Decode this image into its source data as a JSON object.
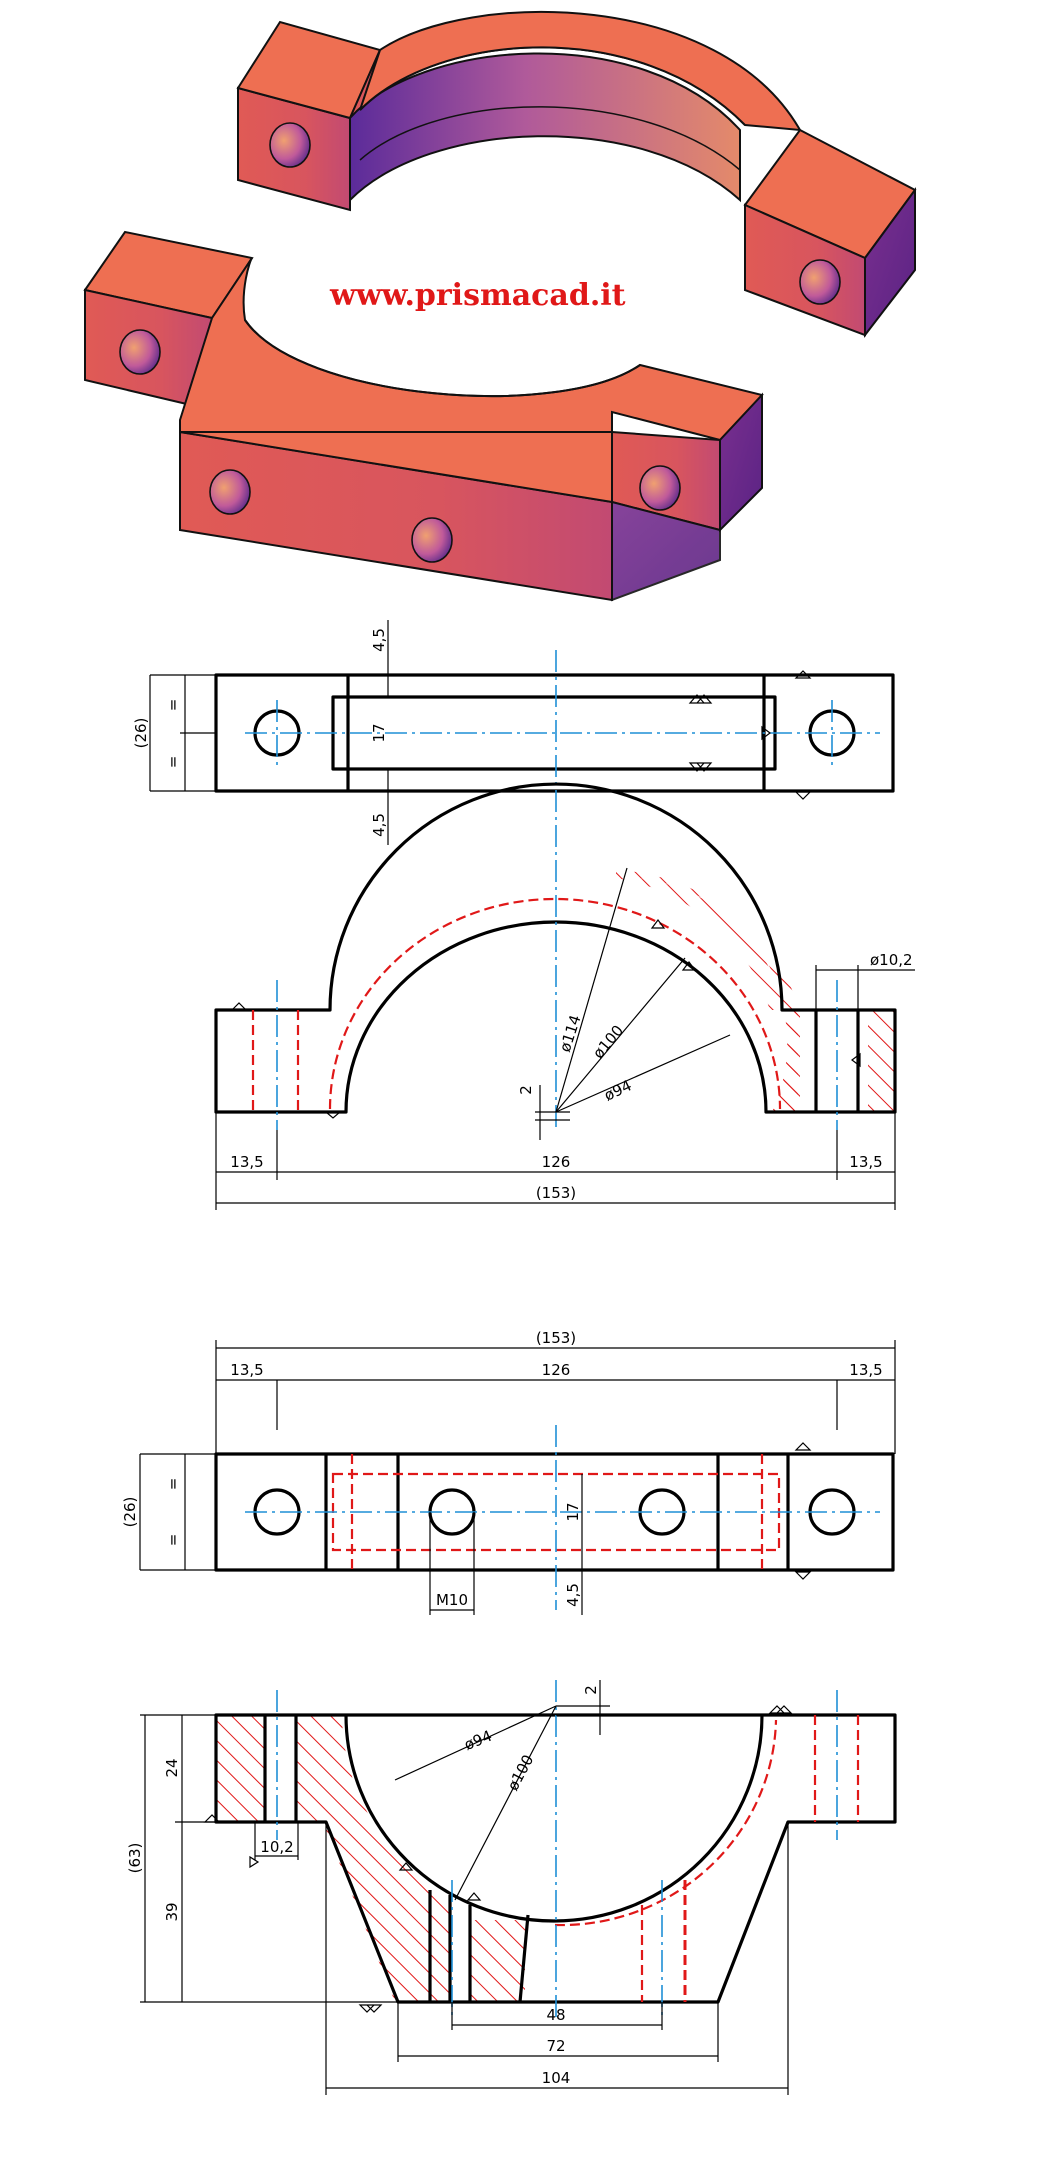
{
  "brand": {
    "website": "www.prismacad.it"
  },
  "colors": {
    "object_line": "#000000",
    "center_line": "#1f8fd6",
    "hidden_line": "#e01818",
    "hatch": "#e01818",
    "solid_top": "#ee6f52",
    "solid_side": "#6a2a8a",
    "brand_text": "#e01818"
  },
  "top_view_1": {
    "dim_total_height": "(26)",
    "dim_equal_upper": "=",
    "dim_equal_lower": "=",
    "dim_step_top": "4,5",
    "dim_step_bottom": "4,5",
    "dim_channel": "17"
  },
  "front_view_1": {
    "dim_d114": "ø114",
    "dim_d100": "ø100",
    "dim_d94": "ø94",
    "dim_hole": "ø10,2",
    "dim_offset": "2",
    "dim_left": "13,5",
    "dim_centers": "126",
    "dim_right": "13,5",
    "dim_overall": "(153)"
  },
  "top_view_2": {
    "dim_overall": "(153)",
    "dim_left": "13,5",
    "dim_centers": "126",
    "dim_right": "13,5",
    "dim_total_height": "(26)",
    "dim_equal_upper": "=",
    "dim_equal_lower": "=",
    "dim_channel": "17",
    "dim_step": "4,5",
    "dim_thread": "M10"
  },
  "front_view_2": {
    "dim_offset": "2",
    "dim_d94": "ø94",
    "dim_d100": "ø100",
    "dim_flange": "24",
    "dim_total_height": "(63)",
    "dim_base_height": "39",
    "dim_hole": "10,2",
    "dim_48": "48",
    "dim_72": "72",
    "dim_104": "104"
  }
}
